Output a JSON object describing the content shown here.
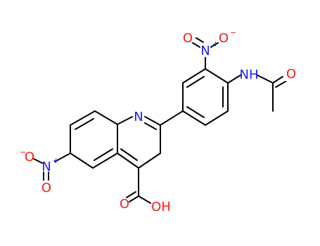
{
  "molecule": {
    "atoms": {
      "n_ring": "N",
      "o_nitro_top_1": "O",
      "n_nitro_top": "N",
      "o_nitro_top_2": "O",
      "nh_acetamido": "NH",
      "o_carbonyl": "O",
      "o_nitro_left_1": "O",
      "n_nitro_left": "N",
      "o_nitro_left_2": "O",
      "o_acid": "O",
      "oh_acid": "OH"
    },
    "charges": {
      "plus": "+",
      "minus": "−"
    },
    "colors": {
      "nitrogen": "#1a1aff",
      "oxygen": "#ff1a1a",
      "bond": "#000000"
    }
  }
}
